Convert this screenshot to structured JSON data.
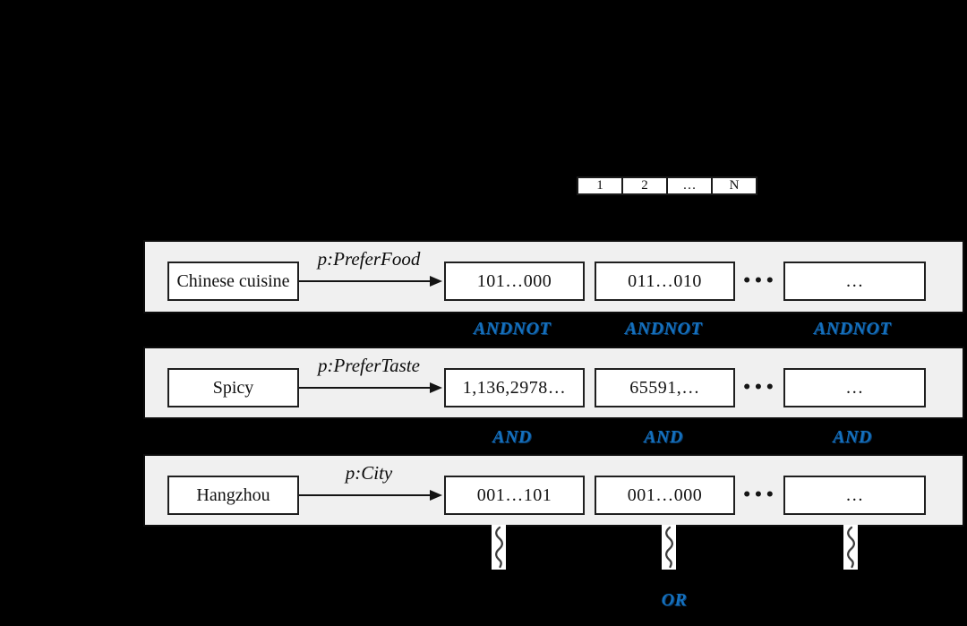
{
  "figure": {
    "description_colors": {
      "operator_blue": "#1470BE",
      "band_gray": "#f0f0f0",
      "background": "#000000",
      "box_white": "#ffffff"
    }
  },
  "chunk_header": {
    "cells": [
      "1",
      "2",
      "…",
      "N"
    ]
  },
  "rows": [
    {
      "subject": "Chinese cuisine",
      "predicate": "p:PreferFood",
      "chunks": [
        "101…000",
        "011…010",
        "…"
      ],
      "dots": "•••"
    },
    {
      "subject": "Spicy",
      "predicate": "p:PreferTaste",
      "chunks": [
        "1,136,2978…",
        "65591,…",
        "…"
      ],
      "dots": "•••"
    },
    {
      "subject": "Hangzhou",
      "predicate": "p:City",
      "chunks": [
        "001…101",
        "001…000",
        "…"
      ],
      "dots": "•••"
    }
  ],
  "operators": {
    "andnot": [
      "ANDNOT",
      "ANDNOT",
      "ANDNOT"
    ],
    "and": [
      "AND",
      "AND",
      "AND"
    ],
    "or": "OR"
  }
}
